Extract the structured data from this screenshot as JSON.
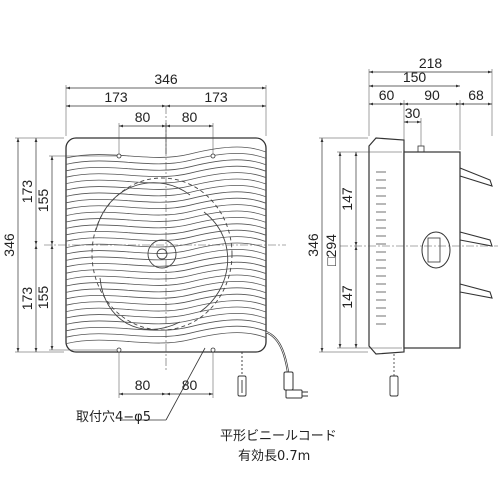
{
  "front_view": {
    "dims": {
      "overall_width": "346",
      "half_width_left": "173",
      "half_width_right": "173",
      "hole_pitch_top_left": "80",
      "hole_pitch_top_right": "80",
      "hole_pitch_bottom_left": "80",
      "hole_pitch_bottom_right": "80",
      "overall_height": "346",
      "half_height_top": "173",
      "half_height_bottom": "173",
      "hole_pitch_upper": "155",
      "hole_pitch_lower": "155"
    },
    "mounting_hole_label": "取付穴4−φ5"
  },
  "side_view": {
    "dims": {
      "total_depth": "218",
      "body_depth": "150",
      "front_part": "60",
      "rear_part": "90",
      "protrusion": "68",
      "cord_offset": "30",
      "outer_height": "346",
      "opening_size": "□294",
      "upper_half": "147",
      "lower_half": "147"
    }
  },
  "cord_note": {
    "line1": "平形ビニールコード",
    "line2": "有効長0.7m"
  }
}
